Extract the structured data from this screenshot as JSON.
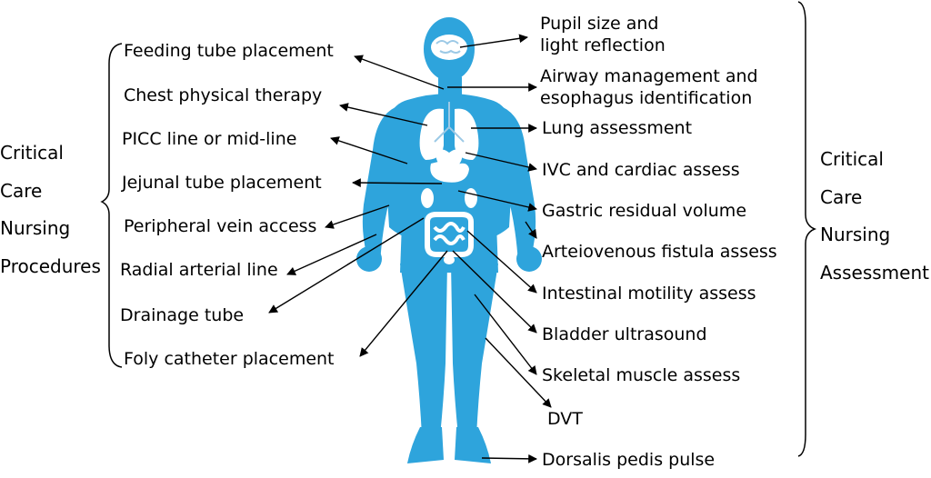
{
  "left_group": {
    "lines": [
      "Critical",
      "Care",
      "Nursing",
      "Procedures"
    ],
    "items": [
      "Feeding tube placement",
      "Chest physical therapy",
      "PICC line or mid-line",
      "Jejunal tube placement",
      "Peripheral vein access",
      "Radial arterial line",
      "Drainage tube",
      "Foly catheter placement"
    ]
  },
  "right_group": {
    "lines": [
      "Critical",
      "Care",
      "Nursing",
      "Assessment"
    ],
    "items": [
      {
        "lines": [
          "Pupil size and",
          "light reflection"
        ]
      },
      {
        "lines": [
          "Airway management and",
          "esophagus identification"
        ]
      },
      {
        "lines": [
          "Lung assessment"
        ]
      },
      {
        "lines": [
          "IVC and cardiac assess"
        ]
      },
      {
        "lines": [
          "Gastric residual volume"
        ]
      },
      {
        "lines": [
          "Arteiovenous fistula assess"
        ]
      },
      {
        "lines": [
          "Intestinal motility assess"
        ]
      },
      {
        "lines": [
          "Bladder ultrasound"
        ]
      },
      {
        "lines": [
          "Skeletal muscle assess"
        ]
      },
      {
        "lines": [
          "DVT"
        ]
      },
      {
        "lines": [
          "Dorsalis pedis pulse"
        ]
      }
    ]
  },
  "colors": {
    "body": "#2ea4dc",
    "organ": "#ffffff",
    "organ_detail": "#9cc9e6",
    "text": "#000000"
  },
  "icons": [
    "human-body-silhouette",
    "brain-icon",
    "lungs-icon",
    "heart-icon",
    "stomach-icon",
    "kidneys-icon",
    "intestines-icon",
    "bladder-icon"
  ]
}
